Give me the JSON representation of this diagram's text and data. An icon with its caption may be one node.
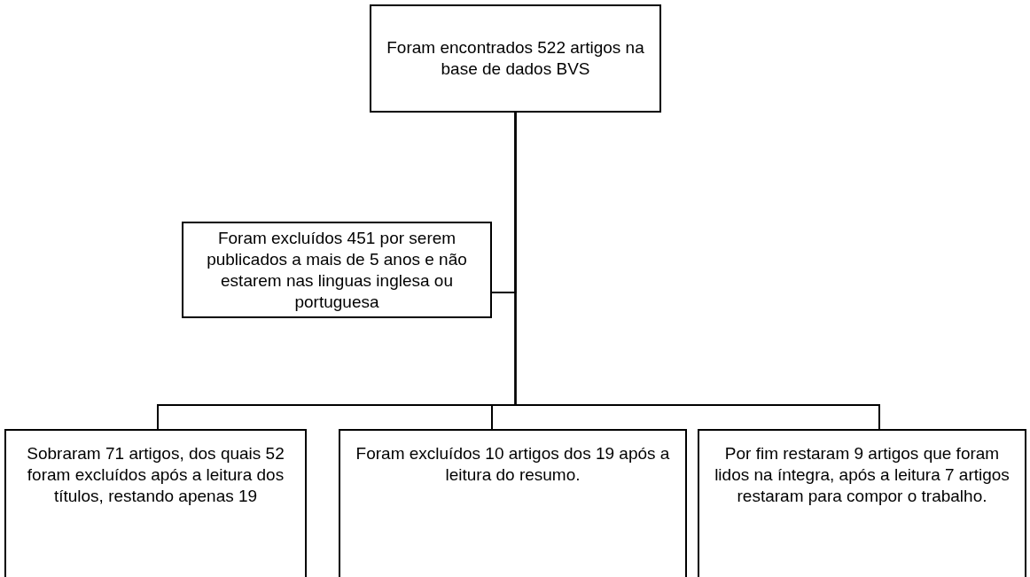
{
  "diagram": {
    "nodes": [
      {
        "text": [
          "Foram encontrados 522 artigos na base de dados BVS"
        ]
      },
      {
        "text": [
          "Foram excluídos 451 por serem publicados a mais de 5 anos e não estarem nas linguas inglesa ou portuguesa"
        ]
      },
      {
        "text": [
          "Sobraram 71 artigos, dos quais 52 foram excluídos após a leitura dos títulos, restando apenas 19"
        ]
      },
      {
        "text": [
          "Foram excluídos 10 artigos dos 19 após a leitura do resumo."
        ]
      },
      {
        "text": [
          "Por fim restaram 9 artigos que foram lidos na íntegra, após a leitura 7 artigos restaram para compor o trabalho."
        ]
      }
    ],
    "edges": [
      {
        "from": 0,
        "to": 1,
        "arrow": "none"
      },
      {
        "from": 0,
        "to": 2,
        "arrow": "none"
      },
      {
        "from": 0,
        "to": 3,
        "arrow": "none"
      },
      {
        "from": 0,
        "to": 4,
        "arrow": "none"
      }
    ]
  }
}
